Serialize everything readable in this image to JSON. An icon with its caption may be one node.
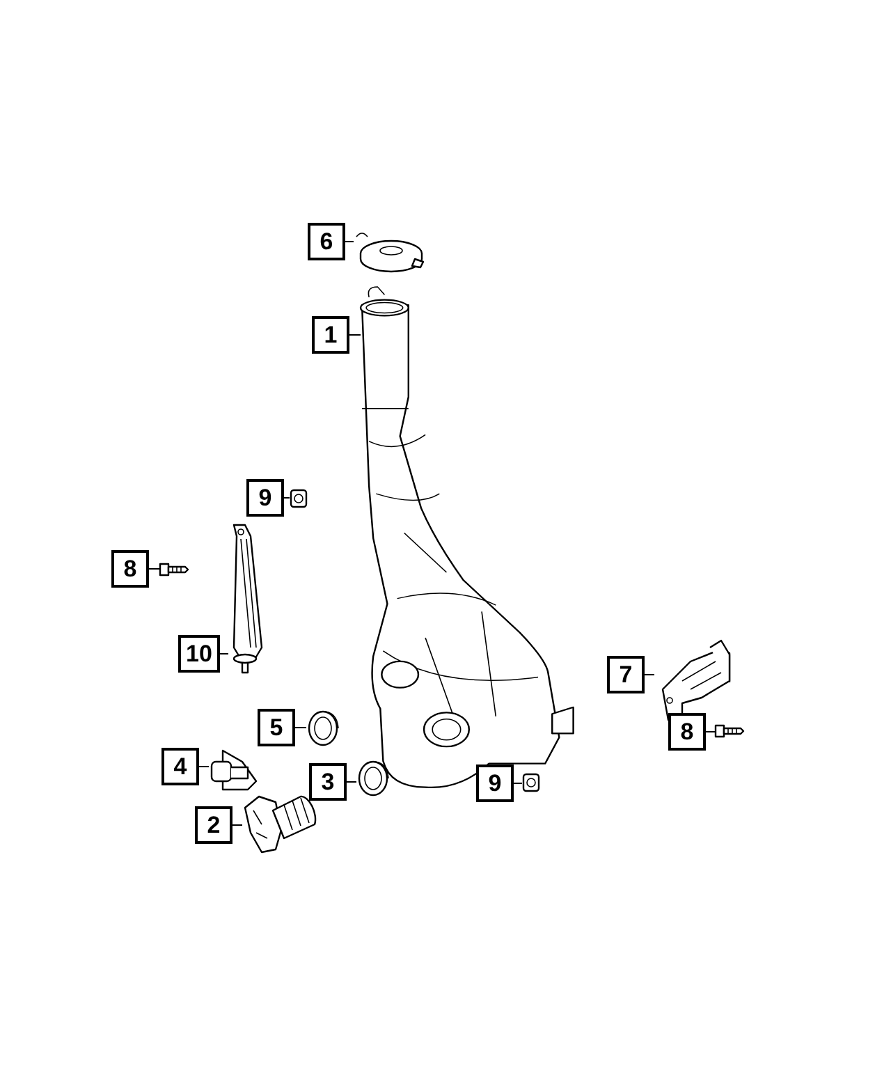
{
  "diagram": {
    "nodes": [
      {
        "text": [
          "6"
        ]
      },
      {
        "text": [
          "1"
        ]
      },
      {
        "text": [
          "9"
        ]
      },
      {
        "text": [
          "8"
        ]
      },
      {
        "text": [
          "10"
        ]
      },
      {
        "text": [
          "7"
        ]
      },
      {
        "text": [
          "5"
        ]
      },
      {
        "text": [
          "8"
        ]
      },
      {
        "text": [
          "4"
        ]
      },
      {
        "text": [
          "3"
        ]
      },
      {
        "text": [
          "9"
        ]
      },
      {
        "text": [
          "2"
        ]
      },
      {
        "text": [],
        "shape": "picture"
      },
      {
        "text": [],
        "shape": "picture"
      },
      {
        "text": [],
        "shape": "picture"
      },
      {
        "text": [],
        "shape": "picture"
      },
      {
        "text": [],
        "shape": "picture"
      },
      {
        "text": [],
        "shape": "picture"
      },
      {
        "text": [],
        "shape": "picture"
      },
      {
        "text": [],
        "shape": "picture"
      },
      {
        "text": [],
        "shape": "picture"
      },
      {
        "text": [],
        "shape": "picture"
      },
      {
        "text": [],
        "shape": "picture"
      },
      {
        "text": [],
        "shape": "picture"
      }
    ],
    "edges": [
      {
        "from": 0,
        "to": 12,
        "arrow": "none"
      },
      {
        "from": 1,
        "to": 13,
        "arrow": "none"
      },
      {
        "from": 2,
        "to": 14,
        "arrow": "none"
      },
      {
        "from": 3,
        "to": 15,
        "arrow": "none"
      },
      {
        "from": 4,
        "to": 16,
        "arrow": "none"
      },
      {
        "from": 5,
        "to": 17,
        "arrow": "none"
      },
      {
        "from": 6,
        "to": 18,
        "arrow": "none"
      },
      {
        "from": 7,
        "to": 19,
        "arrow": "none"
      },
      {
        "from": 8,
        "to": 20,
        "arrow": "none"
      },
      {
        "from": 9,
        "to": 21,
        "arrow": "none"
      },
      {
        "from": 10,
        "to": 22,
        "arrow": "none"
      },
      {
        "from": 11,
        "to": 23,
        "arrow": "none"
      }
    ]
  }
}
